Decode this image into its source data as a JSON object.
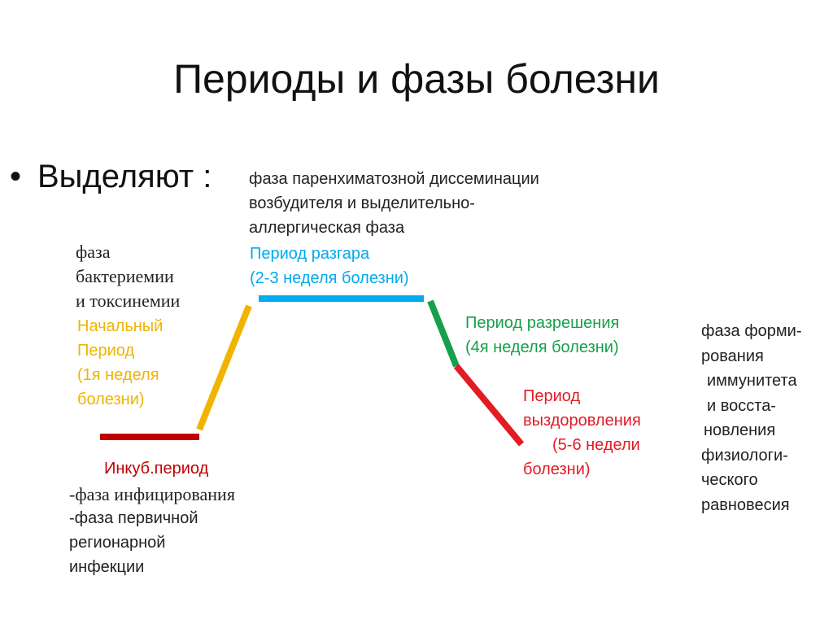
{
  "title": "Периоды и фазы болезни",
  "bullet": "Выделяют :",
  "labels": {
    "dissemination": [
      "фаза паренхиматозной диссеминации",
      "возбудителя и выделительно-",
      "аллергическая фаза"
    ],
    "peak": [
      "Период разгара",
      "(2-3 неделя болезни)"
    ],
    "bacteremia": [
      "фаза",
      "бактериемии",
      "и токсинемии"
    ],
    "initial": [
      "Начальный",
      "Период",
      "(1я неделя",
      "болезни)"
    ],
    "resolution": [
      "Период разрешения",
      "(4я неделя болезни)"
    ],
    "recovery": [
      "Период",
      "выздоровления",
      "(5-6 недели",
      "болезни)"
    ],
    "incubation": "Инкуб.период",
    "infection_phase": "-фаза инфицирования",
    "primary_infection": [
      "-фаза первичной",
      "регионарной",
      "инфекции"
    ],
    "immunity": [
      "фаза форми-",
      "рования",
      "иммунитета",
      "и восста-",
      "новления",
      "физиологи-",
      "ческого",
      "равновесия"
    ]
  },
  "colors": {
    "incubation": "#c00000",
    "initial": "#f0b400",
    "peak": "#00aaee",
    "resolution": "#16a04a",
    "recovery": "#e31b23"
  }
}
